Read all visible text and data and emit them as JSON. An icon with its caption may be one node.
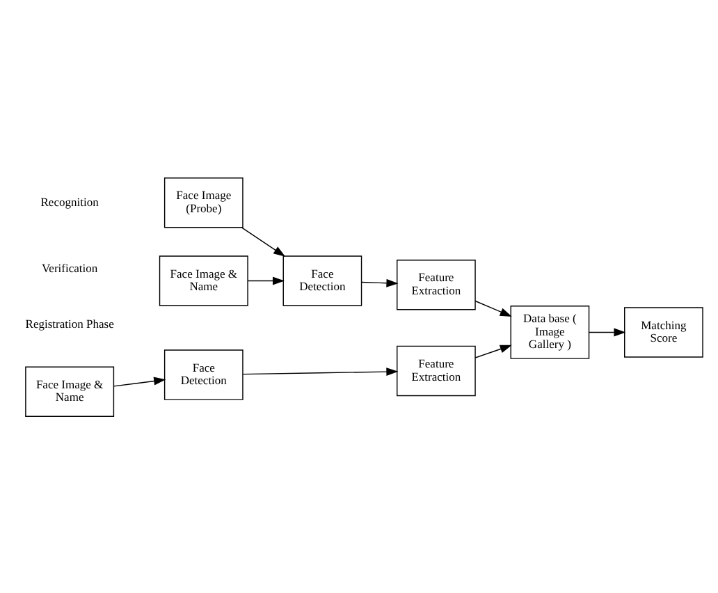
{
  "diagram": {
    "nodes": [
      {
        "text": [
          "Face Image & Name"
        ]
      },
      {
        "text": [
          "Face Detection"
        ]
      },
      {
        "text": [
          "Feature Extraction"
        ]
      },
      {
        "text": [
          "Data base ( Image Gallery )"
        ]
      },
      {
        "text": [
          "Face Image (Probe)"
        ]
      },
      {
        "text": [
          "Face Image & Name"
        ]
      },
      {
        "text": [
          "Face Detection"
        ]
      },
      {
        "text": [
          "Feature Extraction"
        ]
      },
      {
        "text": [
          "Matching Score"
        ]
      }
    ],
    "edges": [
      {
        "from": 0,
        "to": 1,
        "arrow": "to"
      },
      {
        "from": 1,
        "to": 2,
        "arrow": "to"
      },
      {
        "from": 2,
        "to": 3,
        "arrow": "to"
      },
      {
        "from": 4,
        "to": 6,
        "arrow": "to"
      },
      {
        "from": 5,
        "to": 6,
        "arrow": "to"
      },
      {
        "from": 6,
        "to": 7,
        "arrow": "to"
      },
      {
        "from": 7,
        "to": 3,
        "arrow": "to"
      },
      {
        "from": 3,
        "to": 8,
        "arrow": "to"
      }
    ],
    "labels": [
      "Registration Phase",
      "Recognition",
      "Verification"
    ]
  }
}
